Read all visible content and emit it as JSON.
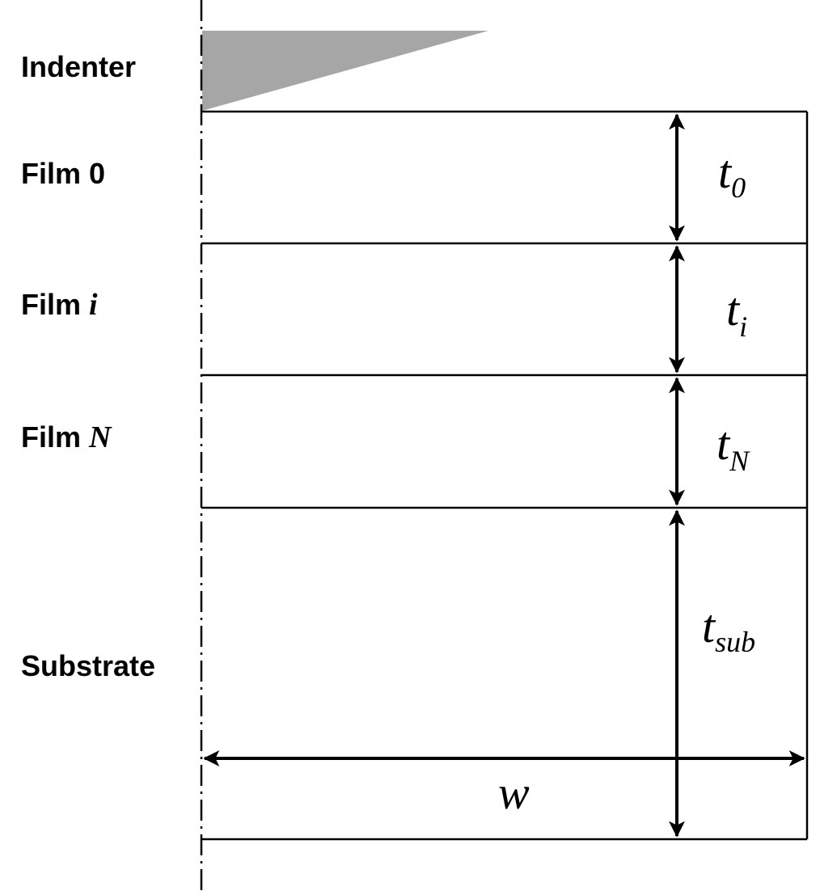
{
  "labels": {
    "indenter": "Indenter",
    "film0": "Film 0",
    "film_prefix_i": "Film ",
    "film_i_var": "i",
    "film_prefix_n": "Film ",
    "film_n_var": "N",
    "substrate": "Substrate"
  },
  "dimensions": {
    "t0": {
      "var": "t",
      "sub": "0"
    },
    "ti": {
      "var": "t",
      "sub": "i"
    },
    "tN": {
      "var": "t",
      "sub": "N"
    },
    "tsub": {
      "var": "t",
      "sub": "sub"
    },
    "w": {
      "var": "w"
    }
  },
  "colors": {
    "indenter_fill": "#a6a6a6",
    "line": "#000000"
  }
}
